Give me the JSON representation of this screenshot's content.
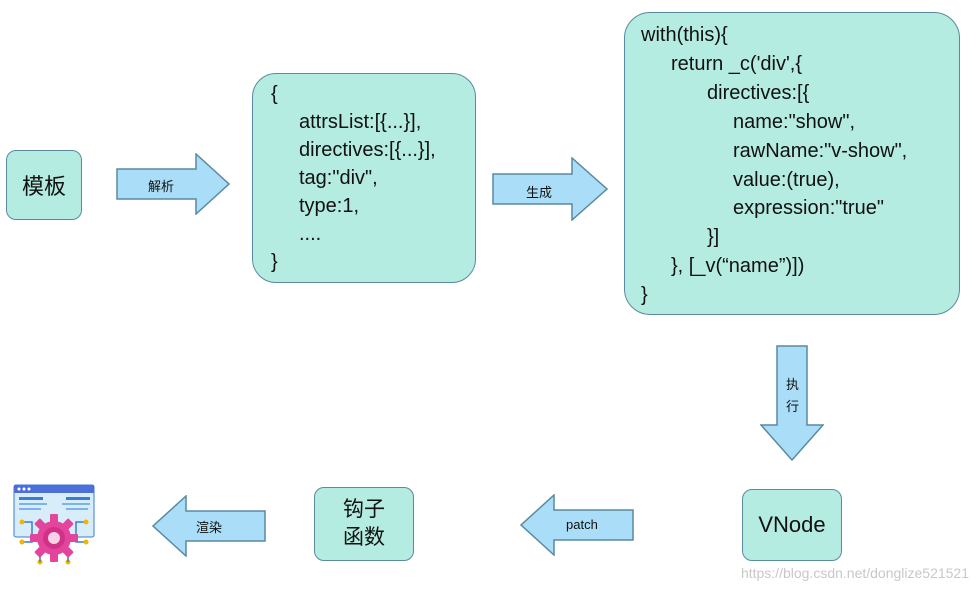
{
  "nodes": {
    "template": "模板",
    "ast": {
      "lines": [
        "{",
        "attrsList:[{...}],",
        "directives:[{...}],",
        "tag:\"div\",",
        "type:1,",
        "....",
        "}"
      ]
    },
    "render_code": {
      "lines": [
        "with(this){",
        "return _c('div',{",
        "directives:[{",
        "name:\"show\",",
        "rawName:\"v-show\",",
        "value:(true),",
        "expression:\"true\"",
        "}]",
        "}, [_v(“name”)])",
        "}"
      ]
    },
    "vnode": "VNode",
    "hook_line1": "钩子",
    "hook_line2": "函数"
  },
  "arrows": {
    "parse": "解析",
    "generate": "生成",
    "execute_line1": "执",
    "execute_line2": "行",
    "patch": "patch",
    "render": "渲染"
  },
  "icon": "web-settings-gear-icon",
  "watermark": "https://blog.csdn.net/donglize521521",
  "colors": {
    "box_fill": "#b4ece1",
    "box_border": "#5a8aa0",
    "arrow_fill": "#a9ddf8",
    "arrow_border": "#5a8aa0",
    "gear": "#e2459b"
  }
}
